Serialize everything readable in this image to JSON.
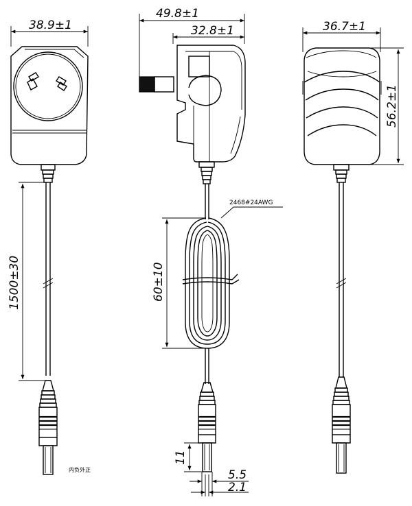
{
  "dimensions": {
    "front_width": "38.9±1",
    "side_total_width": "49.8±1",
    "side_body_width": "32.8±1",
    "back_width": "36.7±1",
    "back_height": "56.2±1",
    "cable_length": "1500±30",
    "cable_coil_length": "60±10",
    "plug_length": "11",
    "plug_outer_diameter": "5.5",
    "plug_inner_diameter": "2.1"
  },
  "labels": {
    "wire_spec": "2468#24AWG",
    "polarity_note": "内负外正"
  }
}
